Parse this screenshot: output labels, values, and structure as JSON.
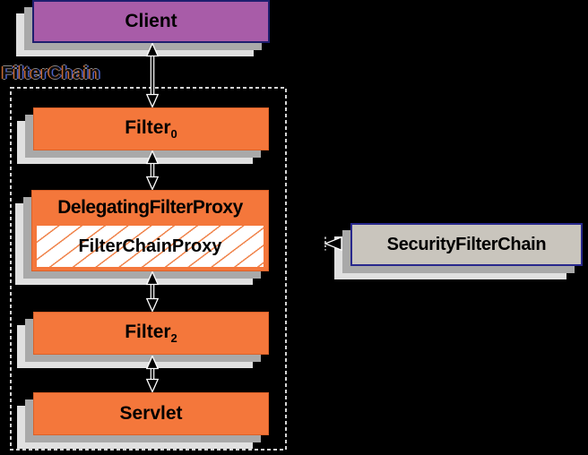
{
  "diagram": {
    "background": "#000000",
    "group": {
      "label": "FilterChain"
    },
    "nodes": {
      "client": {
        "label": "Client",
        "fill": "#A85CA8",
        "border": "#1E1E6E"
      },
      "filter0": {
        "label": "Filter",
        "sub": "0",
        "fill": "#F4773B"
      },
      "delegating_filter_proxy": {
        "label": "DelegatingFilterProxy",
        "fill": "#F4773B"
      },
      "filter_chain_proxy": {
        "label": "FilterChainProxy",
        "fill": "#FFFFFF",
        "hatch_color": "#F0854D"
      },
      "filter2": {
        "label": "Filter",
        "sub": "2",
        "fill": "#F4773B"
      },
      "servlet": {
        "label": "Servlet",
        "fill": "#F4773B"
      },
      "security_filter_chain": {
        "label": "SecurityFilterChain",
        "fill": "#C9C5BD",
        "border": "#28288C"
      }
    },
    "colors": {
      "shadow_dark": "#A9A9A9",
      "shadow_light": "#E0E0E0",
      "dashed_border": "#D4D4D4",
      "group_label_fringe_orange": "#C76B33",
      "group_label_fringe_blue": "#4A62C8",
      "arrow_fill": "#000000",
      "arrow_outline": "#FFFFFF"
    }
  }
}
